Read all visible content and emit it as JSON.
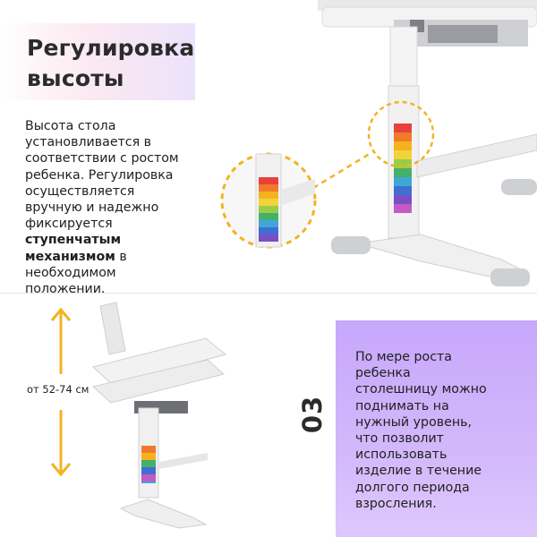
{
  "heading": {
    "line1": "Регулировка",
    "line2": "высоты"
  },
  "description": {
    "line1": "Высота стола",
    "line2": "установливается в",
    "line3": "соответствии с ростом",
    "line4": "ребенка. Регулировка",
    "line5": "осуществляется",
    "line6": "вручную и надежно",
    "line7": "фиксируется",
    "bold1": "ступенчатым",
    "bold2": "механизмом",
    "after_bold": " в",
    "line10": "необходимом",
    "line11": "положении."
  },
  "height_range": "от 52-74 см",
  "step_number": "03",
  "purple_panel": {
    "lines": [
      "По мере роста",
      "ребенка",
      "столешницу можно",
      "поднимать на",
      "нужный уровень,",
      "что позволит",
      "использовать",
      "изделие в течение",
      "долгого периода",
      "взросления."
    ]
  },
  "colors": {
    "accent_yellow": "#f1b41f",
    "purple_panel": "#c7a7fb",
    "scale": [
      "#e8413c",
      "#f07a2a",
      "#f6b21e",
      "#f2d33a",
      "#9bcb4a",
      "#45b06a",
      "#3fa7d8",
      "#3f6fd1",
      "#7a4fc4",
      "#c25bc4"
    ]
  }
}
